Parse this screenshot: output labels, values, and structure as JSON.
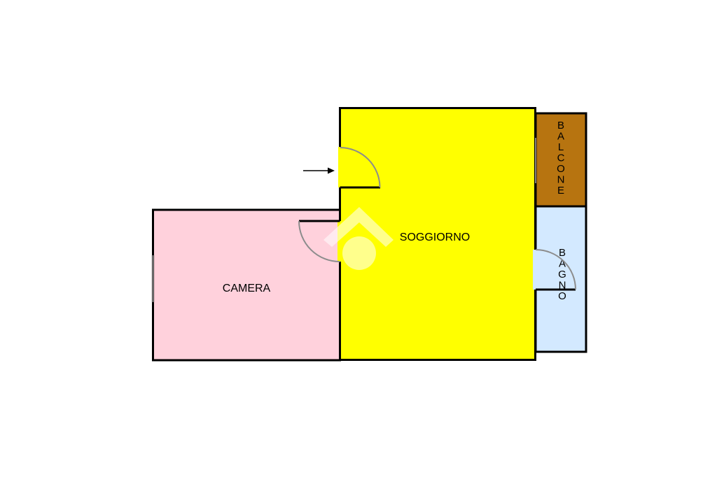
{
  "rooms": {
    "camera": {
      "label": "CAMERA",
      "color": "#ffd1dc"
    },
    "soggiorno": {
      "label": "SOGGIORNO",
      "color": "#ffff00"
    },
    "balcone": {
      "label": "BALCONE",
      "color": "#b77410"
    },
    "bagno": {
      "label": "BAGNO",
      "color": "#d3e9ff"
    }
  },
  "entrance": {
    "icon": "entrance-arrow-icon"
  },
  "watermark": {
    "icon": "house-logo-watermark",
    "color": "#ffffff"
  },
  "colors": {
    "wall": "#000000",
    "door_arc": "#8c8c8c"
  }
}
